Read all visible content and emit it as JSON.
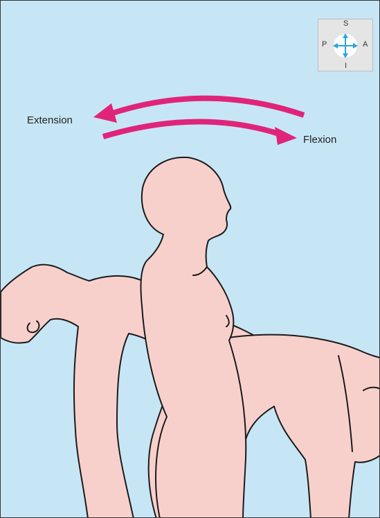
{
  "labels": {
    "extension": "Extension",
    "flexion": "Flexion"
  },
  "compass": {
    "superior": "S",
    "inferior": "I",
    "posterior": "P",
    "anterior": "A"
  },
  "colors": {
    "background": "#c6e6f6",
    "skin": "#f8d0cb",
    "arrow": "#e0247a",
    "compass_arrow": "#2aa4e0"
  }
}
